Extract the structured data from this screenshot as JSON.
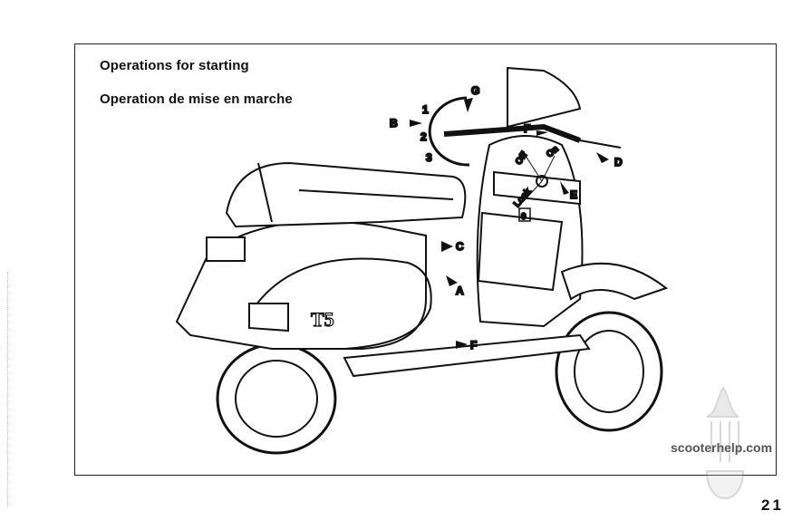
{
  "heading_en": "Operations for starting",
  "heading_fr": "Operation de mise en marche",
  "callouts": {
    "A": "A",
    "B": "B",
    "C": "C",
    "D": "D",
    "E": "E",
    "F": "F",
    "G": "G"
  },
  "ignition": {
    "off": "Off",
    "on": "On",
    "lock": "Lock",
    "key_slot": "0"
  },
  "gear_dial": [
    "1",
    "2",
    "3"
  ],
  "badge": "T5",
  "watermark": "scooterhelp.com",
  "page_number": "21"
}
